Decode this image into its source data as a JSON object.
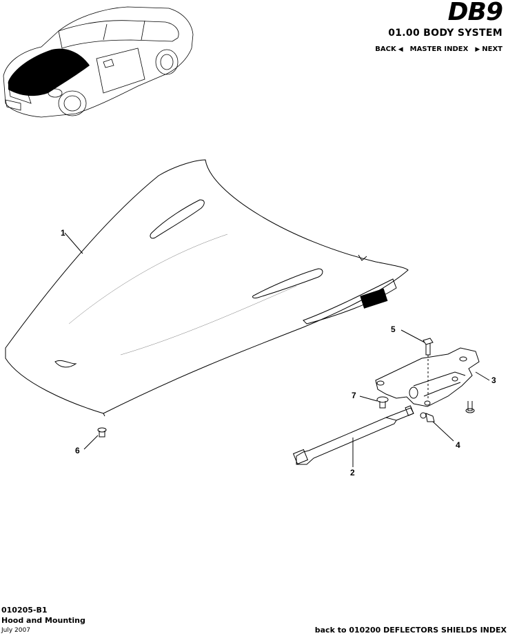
{
  "header": {
    "logo_text": "DB9",
    "section_title": "01.00 BODY SYSTEM",
    "nav": {
      "back_label": "BACK",
      "master_index_label": "MASTER INDEX",
      "next_label": "NEXT"
    }
  },
  "diagram": {
    "callouts": [
      "1",
      "2",
      "3",
      "4",
      "5",
      "6",
      "7"
    ]
  },
  "footer": {
    "code": "010205-B1",
    "name": "Hood and Mounting",
    "date": "July 2007",
    "back_link_label": "back to 010200 DEFLECTORS SHIELDS INDEX"
  }
}
